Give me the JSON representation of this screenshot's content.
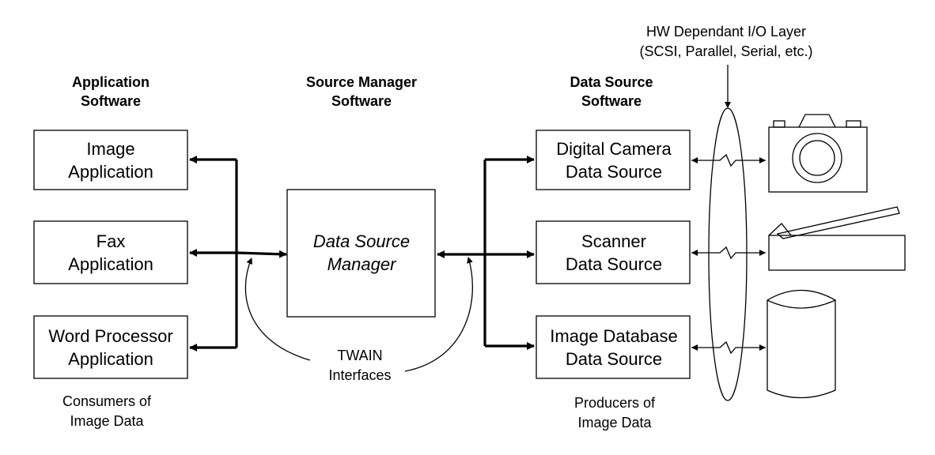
{
  "headers": {
    "application_line1": "Application",
    "application_line2": "Software",
    "source_manager_line1": "Source Manager",
    "source_manager_line2": "Software",
    "data_source_line1": "Data Source",
    "data_source_line2": "Software",
    "hw_layer_line1": "HW Dependant I/O Layer",
    "hw_layer_line2": "(SCSI, Parallel, Serial, etc.)"
  },
  "applications": [
    {
      "line1": "Image",
      "line2": "Application"
    },
    {
      "line1": "Fax",
      "line2": "Application"
    },
    {
      "line1": "Word Processor",
      "line2": "Application"
    }
  ],
  "manager": {
    "line1": "Data Source",
    "line2": "Manager"
  },
  "data_sources": [
    {
      "line1": "Digital Camera",
      "line2": "Data Source"
    },
    {
      "line1": "Scanner",
      "line2": "Data Source"
    },
    {
      "line1": "Image Database",
      "line2": "Data Source"
    }
  ],
  "notes": {
    "consumers_line1": "Consumers of",
    "consumers_line2": "Image Data",
    "twain_line1": "TWAIN",
    "twain_line2": "Interfaces",
    "producers_line1": "Producers of",
    "producers_line2": "Image Data"
  },
  "devices": [
    "camera-icon",
    "scanner-icon",
    "database-icon"
  ]
}
